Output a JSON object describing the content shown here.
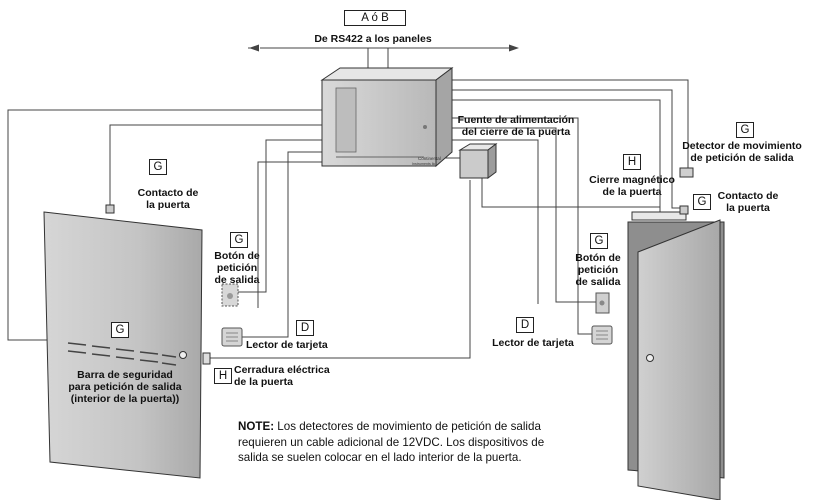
{
  "header": {
    "tag": "A ó B",
    "title": "De RS422 a los paneles"
  },
  "panel": {
    "brand": "Continental",
    "brand_sub": "Instruments llc"
  },
  "tags": {
    "contact_left": "G",
    "exit_button_left": "G",
    "reader_left": "D",
    "bar": "G",
    "strike": "H",
    "motion": "G",
    "maglock": "H",
    "contact_right": "G",
    "exit_button_right": "G",
    "reader_right": "D"
  },
  "labels": {
    "contact_left": [
      "Contacto de",
      "la puerta"
    ],
    "exit_button_left": [
      "Botón de",
      "petición",
      "de salida"
    ],
    "reader_left": "Lector de tarjeta",
    "bar": [
      "Barra de seguridad",
      "para petición de salida",
      "(interior de la puerta))"
    ],
    "strike": [
      "Cerradura eléctrica",
      "de la puerta"
    ],
    "power": [
      "Fuente de alimentación",
      "del cierre de la puerta"
    ],
    "motion": [
      "Detector de movimiento",
      "de petición de salida"
    ],
    "maglock": [
      "Cierre magnético",
      "de la puerta"
    ],
    "contact_right": [
      "Contacto de",
      "la puerta"
    ],
    "exit_button_right": [
      "Botón de",
      "petición",
      "de salida"
    ],
    "reader_right": "Lector de tarjeta"
  },
  "note": {
    "prefix": "NOTE:",
    "text": " Los detectores de movimiento de petición de salida requieren un cable adicional de 12VDC. Los dispositivos de salida se suelen colocar en el lado interior de la puerta."
  },
  "colors": {
    "line": "#444444",
    "door": "#bdbdbd",
    "panel": "#cfcfcf"
  }
}
